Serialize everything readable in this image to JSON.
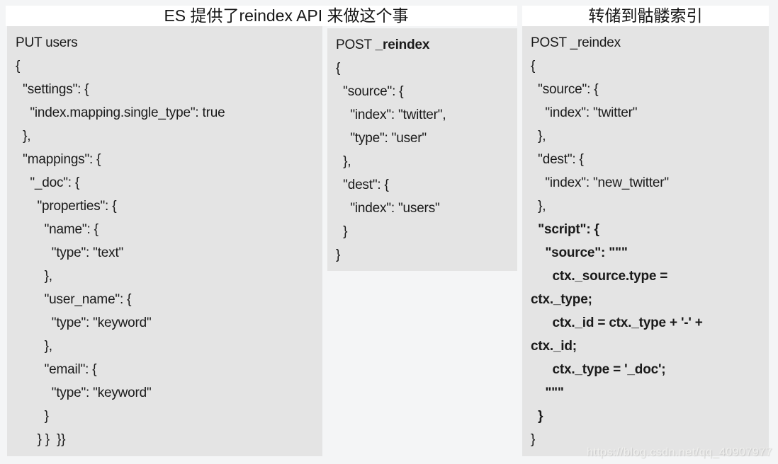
{
  "titles": {
    "left": "ES 提供了reindex API 来做这个事",
    "right": "转储到骷髅索引"
  },
  "panels": [
    {
      "name": "put-users-request",
      "lines": [
        [
          {
            "t": "PUT users"
          }
        ],
        [
          {
            "t": "{"
          }
        ],
        [
          {
            "t": "  \"settings\": {"
          }
        ],
        [
          {
            "t": "    \"index.mapping.single_type\": true"
          }
        ],
        [
          {
            "t": "  },"
          }
        ],
        [
          {
            "t": "  \"mappings\": {"
          }
        ],
        [
          {
            "t": "    \"_doc\": {"
          }
        ],
        [
          {
            "t": "      \"properties\": {"
          }
        ],
        [
          {
            "t": "        \"name\": {"
          }
        ],
        [
          {
            "t": "          \"type\": \"text\""
          }
        ],
        [
          {
            "t": "        },"
          }
        ],
        [
          {
            "t": "        \"user_name\": {"
          }
        ],
        [
          {
            "t": "          \"type\": \"keyword\""
          }
        ],
        [
          {
            "t": "        },"
          }
        ],
        [
          {
            "t": "        \"email\": {"
          }
        ],
        [
          {
            "t": "          \"type\": \"keyword\""
          }
        ],
        [
          {
            "t": "        }"
          }
        ],
        [
          {
            "t": "      } }  }}"
          }
        ]
      ]
    },
    {
      "name": "reindex-request",
      "lines": [
        [
          {
            "t": "POST "
          },
          {
            "t": "_reindex",
            "b": true
          }
        ],
        [
          {
            "t": "{"
          }
        ],
        [
          {
            "t": "  \"source\": {"
          }
        ],
        [
          {
            "t": "    \"index\": \"twitter\","
          }
        ],
        [
          {
            "t": "    \"type\": \"user\""
          }
        ],
        [
          {
            "t": "  },"
          }
        ],
        [
          {
            "t": "  \"dest\": {"
          }
        ],
        [
          {
            "t": "    \"index\": \"users\""
          }
        ],
        [
          {
            "t": "  }"
          }
        ],
        [
          {
            "t": "}"
          }
        ]
      ]
    },
    {
      "name": "reindex-with-script-request",
      "lines": [
        [
          {
            "t": "POST _reindex"
          }
        ],
        [
          {
            "t": "{"
          }
        ],
        [
          {
            "t": "  \"source\": {"
          }
        ],
        [
          {
            "t": "    \"index\": \"twitter\""
          }
        ],
        [
          {
            "t": "  },"
          }
        ],
        [
          {
            "t": "  \"dest\": {"
          }
        ],
        [
          {
            "t": "    \"index\": \"new_twitter\""
          }
        ],
        [
          {
            "t": "  },"
          }
        ],
        [
          {
            "t": "  \"script\": {",
            "b": true
          }
        ],
        [
          {
            "t": "    \"source\": \"\"\"",
            "b": true
          }
        ],
        [
          {
            "t": "      ctx._source.type =",
            "b": true
          }
        ],
        [
          {
            "t": "ctx._type;",
            "b": true
          }
        ],
        [
          {
            "t": "      ctx._id = ctx._type + '-' +",
            "b": true
          }
        ],
        [
          {
            "t": "ctx._id;",
            "b": true
          }
        ],
        [
          {
            "t": "      ctx._type = '_doc';",
            "b": true
          }
        ],
        [
          {
            "t": "    \"\"\"",
            "b": true
          }
        ],
        [
          {
            "t": "  }",
            "b": true
          }
        ],
        [
          {
            "t": "}"
          }
        ]
      ]
    }
  ],
  "watermark": "https://blog.csdn.net/qq_40907977",
  "colors": {
    "page_bg": "#f4f5f6",
    "panel_bg": "#e4e4e4",
    "title_bg": "#ffffff",
    "code_text": "#1a1a1a",
    "watermark_text": "#f0f0ee"
  }
}
